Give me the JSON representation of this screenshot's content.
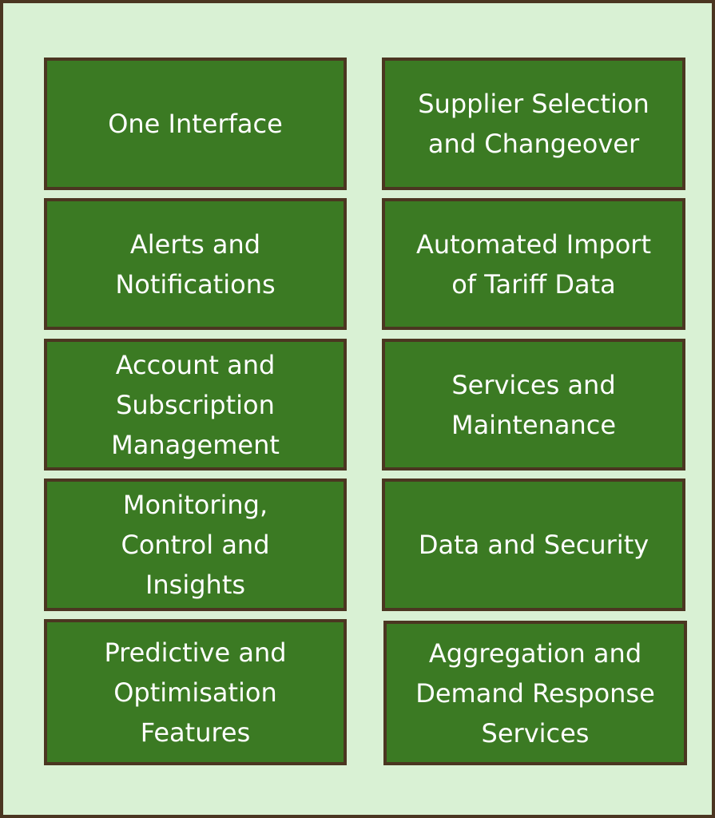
{
  "items": [
    "One Interface",
    "Supplier Selection\nand Changeover",
    "Alerts and\nNotifications",
    "Automated Import\nof Tariff Data",
    "Account and\nSubscription\nManagement",
    "Services and\nMaintenance",
    "Monitoring,\nControl and\nInsights",
    "Data and Security",
    "Predictive and\nOptimisation\nFeatures",
    "Aggregation and\nDemand Response\nServices"
  ]
}
